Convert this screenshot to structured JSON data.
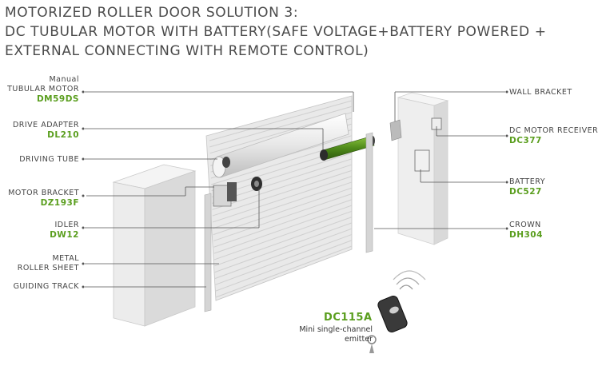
{
  "title": {
    "line1": "MOTORIZED ROLLER DOOR SOLUTION 3:",
    "line2": "DC TUBULAR MOTOR WITH BATTERY(SAFE VOLTAGE+BATTERY POWERED +",
    "line3": "EXTERNAL CONNECTING WITH REMOTE CONTROL)"
  },
  "left_labels": [
    {
      "pre": "Manual",
      "name": "TUBULAR MOTOR",
      "code": "DM59DS"
    },
    {
      "name": "DRIVE ADAPTER",
      "code": "DL210"
    },
    {
      "name": "DRIVING TUBE"
    },
    {
      "name": "MOTOR BRACKET",
      "code": "DZ193F"
    },
    {
      "name": "IDLER",
      "code": "DW12"
    },
    {
      "name": "METAL",
      "name2": "ROLLER SHEET"
    },
    {
      "name": "GUIDING TRACK"
    }
  ],
  "right_labels": [
    {
      "name": "WALL BRACKET"
    },
    {
      "name": "DC MOTOR RECEIVER",
      "code": "DC377"
    },
    {
      "name": "BATTERY",
      "code": "DC527"
    },
    {
      "name": "CROWN",
      "code": "DH304"
    }
  ],
  "emitter": {
    "code": "DC115A",
    "desc_line1": "Mini single-channel",
    "desc_line2": "emitter"
  },
  "colors": {
    "accent_green": "#5a9e1e",
    "leader_line": "#555555",
    "wall_gray": "#e6e6e6"
  }
}
